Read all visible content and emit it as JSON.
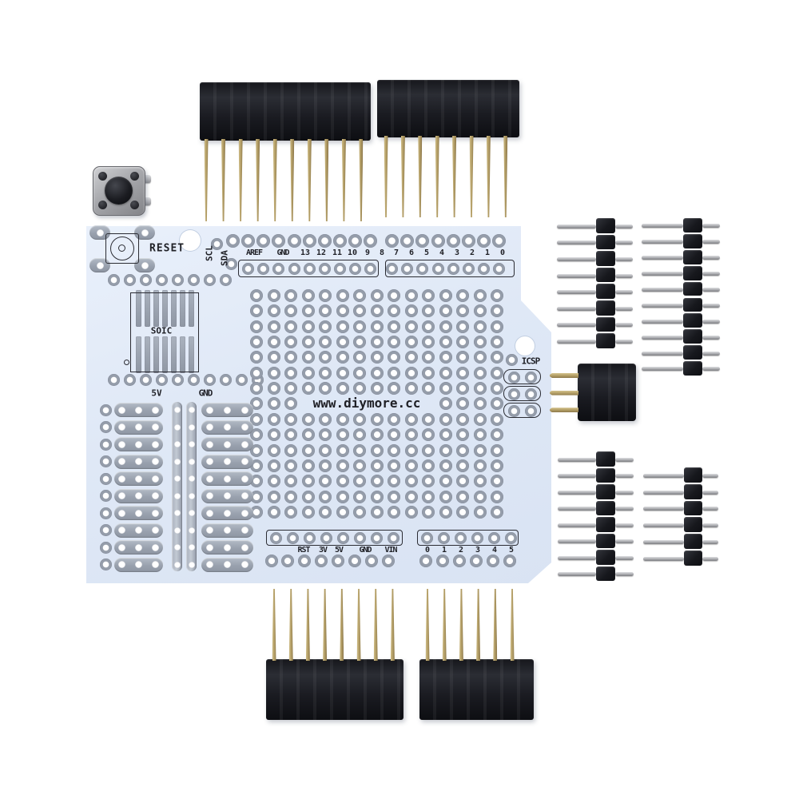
{
  "image_kind": "product photo of an electronics prototyping shield kit",
  "colors": {
    "background": "#ffffff",
    "pcb": "#dfe8f6",
    "pcb_edge": "#9fadc4",
    "silkscreen": "#2b2c33",
    "pad_ring": "#959daa",
    "tinned_strip": "#a2aab6",
    "header_plastic": "#1a1b20",
    "pin_gold": "#b8a26a",
    "pin_silver": "#b4b5b8"
  },
  "board": {
    "brand_text": "www.diymore.cc",
    "labels": {
      "reset": "RESET",
      "scl": "SCL",
      "sda": "SDA",
      "soic": "SOIC",
      "icsp": "ICSP",
      "rail_5v": "5V",
      "rail_gnd": "GND",
      "digital_top": [
        "AREF",
        "GND",
        "13",
        "12",
        "11",
        "10",
        "9",
        "8"
      ],
      "digital_top2": [
        "7",
        "6",
        "5",
        "4",
        "3",
        "2",
        "1",
        "0"
      ],
      "power_row": [
        "RST",
        "3V",
        "5V",
        "GND",
        "VIN"
      ],
      "analog_row": [
        "0",
        "1",
        "2",
        "3",
        "4",
        "5"
      ]
    },
    "grid_cols": 15,
    "grid_rows": 15,
    "proto_rows": 10,
    "mounting_holes": 2
  },
  "components": {
    "push_button": {
      "label": "tactile push button"
    },
    "female_header_top_left": {
      "pins": 10
    },
    "female_header_top_right": {
      "pins": 8
    },
    "female_header_bottom_left": {
      "pins": 8
    },
    "female_header_bottom_right": {
      "pins": 6
    },
    "male_header_upper_left": {
      "pins": 8
    },
    "male_header_upper_right": {
      "pins": 10
    },
    "male_header_lower_left": {
      "pins": 8
    },
    "male_header_lower_right": {
      "pins": 6
    },
    "icsp_socket": {
      "visible_pins": 3
    }
  }
}
